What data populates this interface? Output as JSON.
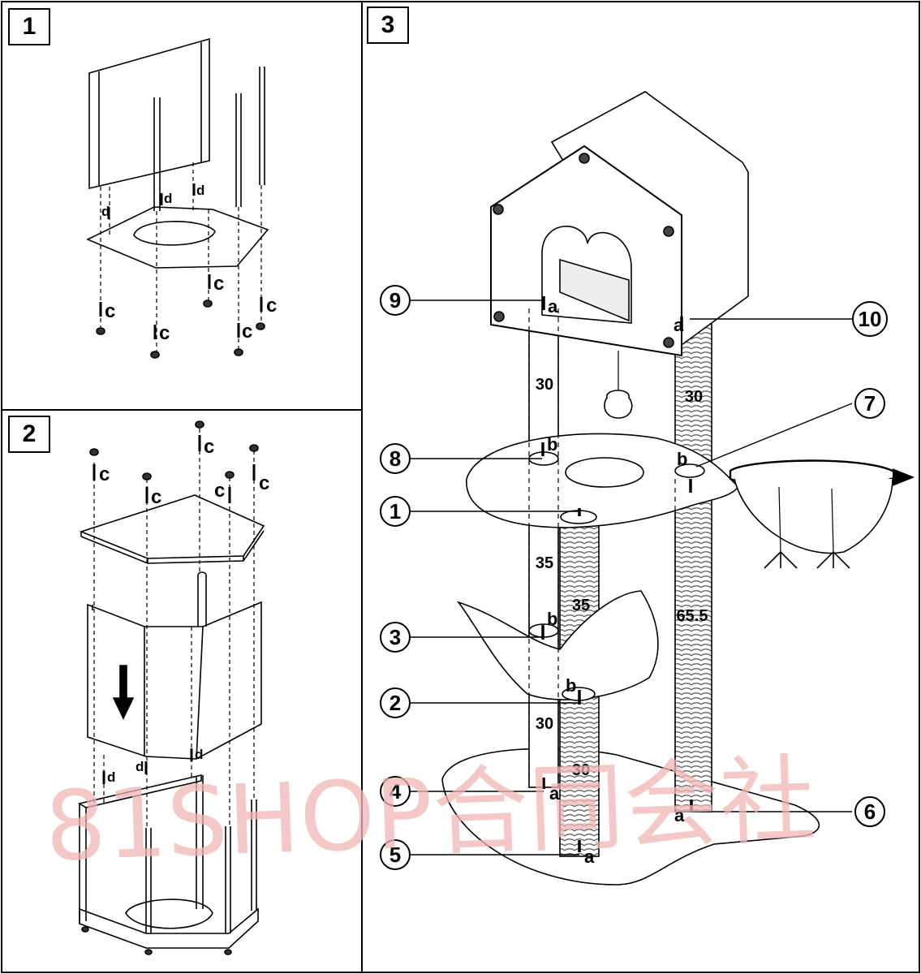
{
  "panels": [
    {
      "label": "1"
    },
    {
      "label": "2"
    },
    {
      "label": "3"
    }
  ],
  "panel1": {
    "labels": {
      "d1": "d",
      "d2": "d",
      "d3": "d",
      "c1": "c",
      "c2": "c",
      "c3": "c",
      "c4": "c",
      "c5": "c"
    }
  },
  "panel2": {
    "labels": {
      "c1": "c",
      "c2": "c",
      "c3": "c",
      "c4": "c",
      "c5": "c",
      "d1": "d",
      "d2": "d",
      "d3": "d"
    }
  },
  "panel3": {
    "callouts": [
      "1",
      "2",
      "3",
      "4",
      "5",
      "6",
      "7",
      "8",
      "9",
      "10"
    ],
    "dimensions": {
      "a": "30",
      "b": "30",
      "c": "35",
      "d": "35",
      "e": "65.5",
      "f": "30",
      "g": "30"
    },
    "letters": {
      "a9": "a",
      "a10": "a",
      "b8": "b",
      "b7": "b",
      "b3": "b",
      "b2": "b",
      "a4": "a",
      "a5": "a",
      "a6": "a"
    }
  },
  "watermark": "81SHOP合同会社"
}
